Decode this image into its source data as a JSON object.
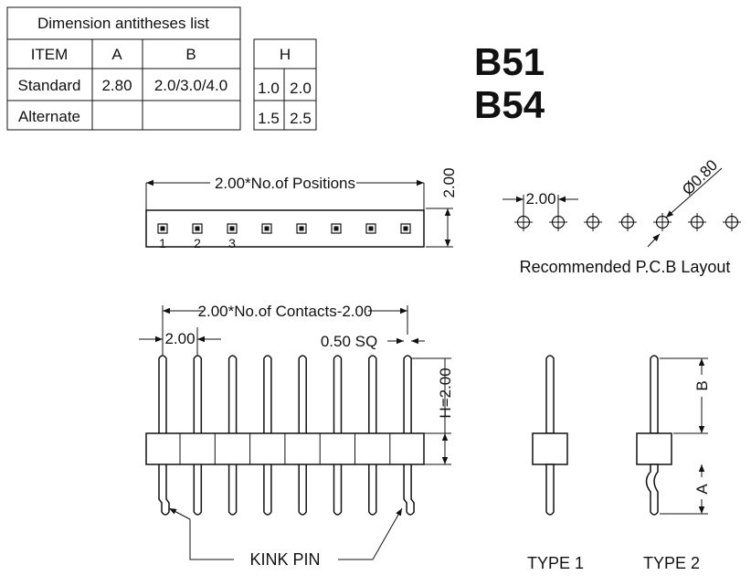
{
  "dimension_table": {
    "title": "Dimension antitheses list",
    "headers": [
      "ITEM",
      "A",
      "B"
    ],
    "rows": [
      [
        "Standard",
        "2.80",
        "2.0/3.0/4.0"
      ],
      [
        "Alternate",
        "",
        ""
      ]
    ]
  },
  "h_table": {
    "header": "H",
    "rows": [
      [
        "1.0",
        "2.0"
      ],
      [
        "1.5",
        "2.5"
      ]
    ]
  },
  "part_numbers": [
    "B51",
    "B54"
  ],
  "top_view": {
    "width_label": "2.00*No.of Positions",
    "height_label": "2.00",
    "position_labels": [
      "1",
      "2",
      "3"
    ],
    "pin_count": 8
  },
  "pcb_layout": {
    "pitch_label": "2.00",
    "hole_label": "Ø0.80",
    "caption": "Recommended P.C.B Layout",
    "hole_count": 7
  },
  "front_view": {
    "width_label": "2.00*No.of Contacts-2.00",
    "pitch_label": "2.00",
    "pin_size_label": "0.50 SQ",
    "height_label": "H=2.00",
    "kink_label": "KINK PIN",
    "pin_count": 8
  },
  "side_views": {
    "type1_label": "TYPE 1",
    "type2_label": "TYPE 2",
    "dim_b_label": "B",
    "dim_a_label": "A"
  }
}
